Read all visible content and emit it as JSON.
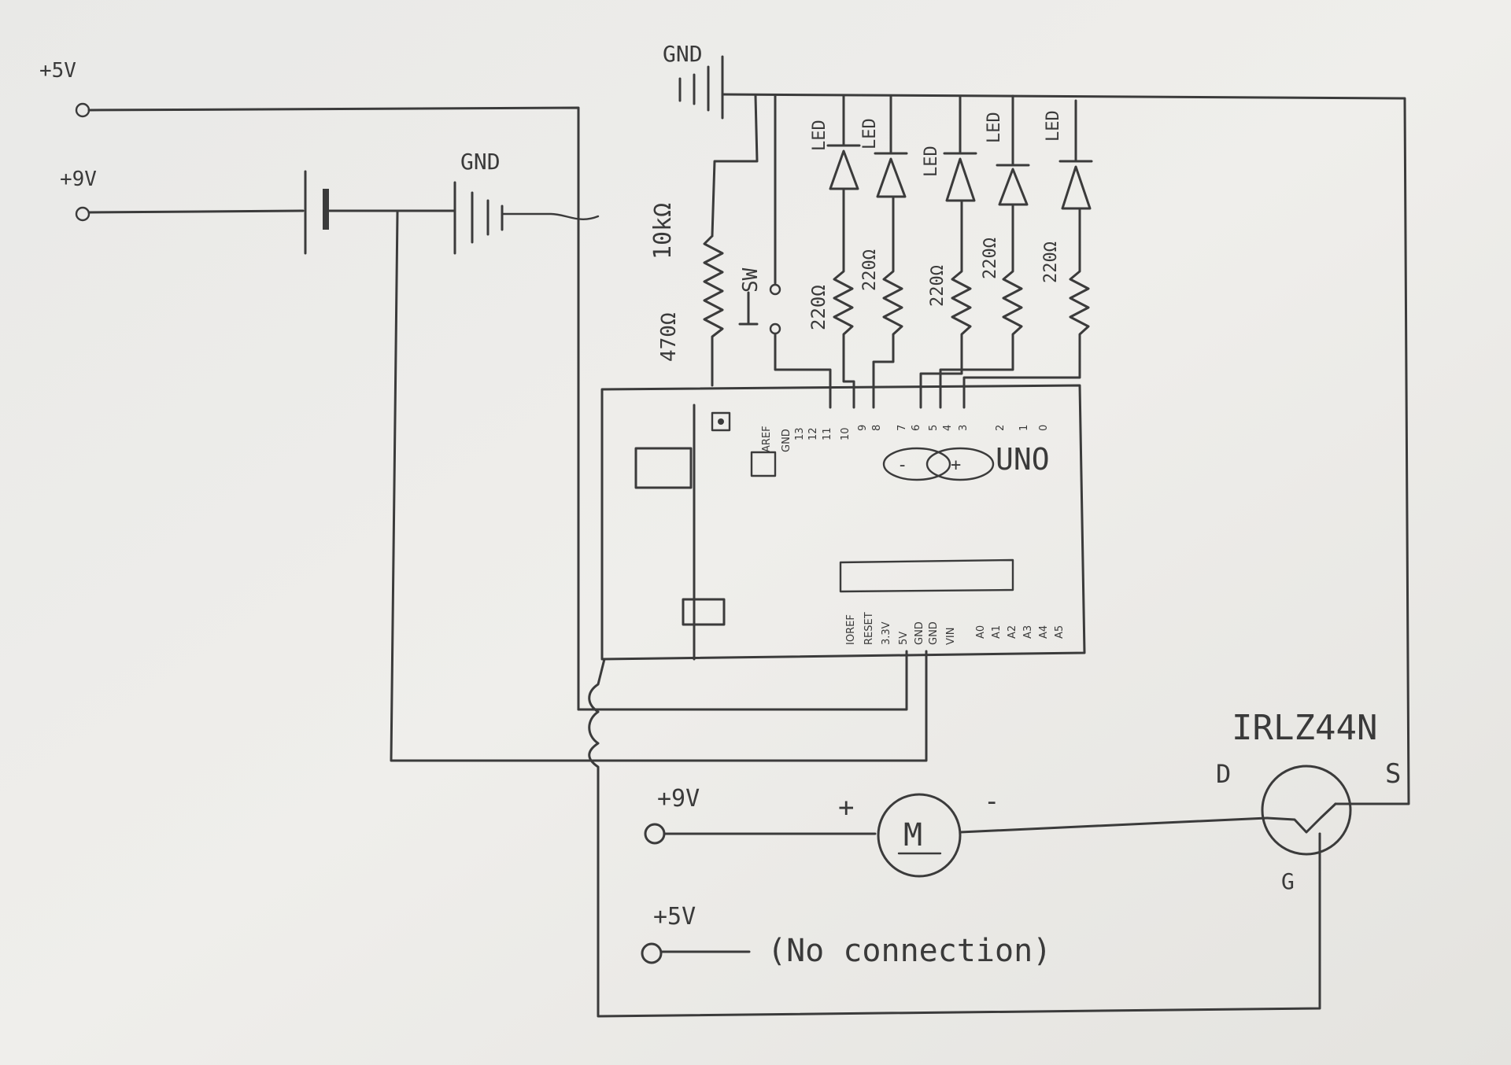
{
  "supply": {
    "plus5v_top": "+5V",
    "plus9v_top": "+9V",
    "gnd_top": "GND",
    "gnd_mid": "GND"
  },
  "resistors": {
    "r470": "470Ω",
    "r10k": "10kΩ",
    "r220": [
      "220Ω",
      "220Ω",
      "220Ω",
      "220Ω",
      "220Ω"
    ]
  },
  "switch": {
    "label": "SW"
  },
  "leds": [
    "LED",
    "LED",
    "LED",
    "LED",
    "LED"
  ],
  "arduino": {
    "name": "UNO",
    "top_pins": [
      "AREF",
      "GND",
      "13",
      "12",
      "11",
      "10",
      "9",
      "8",
      "7",
      "6",
      "5",
      "4",
      "3",
      "2",
      "1",
      "0"
    ],
    "power_pins": [
      "IOREF",
      "RESET",
      "3.3V",
      "5V",
      "GND",
      "GND",
      "VIN"
    ],
    "analog_pins": [
      "A0",
      "A1",
      "A2",
      "A3",
      "A4",
      "A5"
    ]
  },
  "motor": {
    "supply": "+9V",
    "plus": "+",
    "minus": "-",
    "symbol": "M"
  },
  "mosfet": {
    "part": "IRLZ44N",
    "drain": "D",
    "source": "S",
    "gate": "G"
  },
  "nc": {
    "supply": "+5V",
    "note": "(No connection)"
  },
  "colors": {
    "paper": "#ecebe8",
    "pencil": "#3b3b3b"
  }
}
